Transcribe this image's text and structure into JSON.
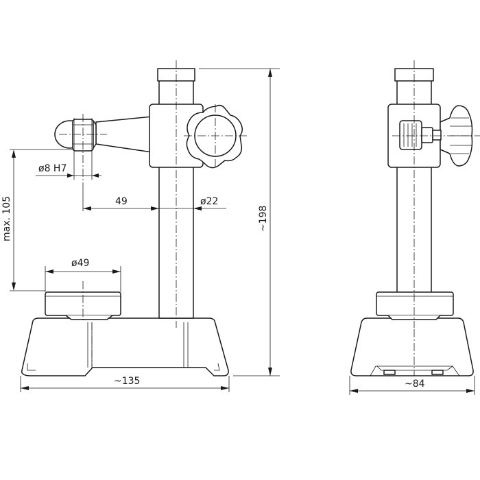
{
  "dimensions": {
    "bore": "ø8  H7",
    "max_height": "max. 105",
    "arm_reach": "49",
    "column_diameter": "ø22",
    "anvil_diameter": "ø49",
    "overall_height": "~198",
    "base_length": "~135",
    "base_width": "~84"
  }
}
